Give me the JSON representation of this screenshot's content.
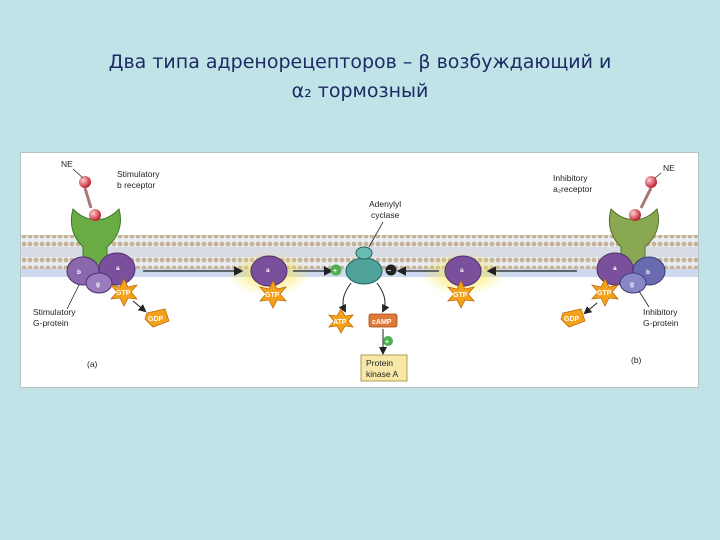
{
  "title": {
    "line1": "Два типа адренорецепторов – β возбуждающий и",
    "line2": "α₂ тормозный"
  },
  "figure": {
    "left": {
      "ligand": "NE",
      "receptor_label_1": "Stimulatory",
      "receptor_label_2": "b receptor",
      "gprotein_label_1": "Stimulatory",
      "gprotein_label_2": "G-protein",
      "panel": "(a)",
      "subunit_a": "a",
      "subunit_b": "b",
      "subunit_g": "g"
    },
    "right": {
      "ligand": "NE",
      "receptor_label_1": "Inhibitory",
      "receptor_label_2": "a₂receptor",
      "gprotein_label_1": "Inhibitory",
      "gprotein_label_2": "G-protein",
      "panel": "(b)",
      "subunit_a": "a",
      "subunit_b": "b",
      "subunit_g": "g"
    },
    "adenylyl_label_1": "Adenylyl",
    "adenylyl_label_2": "cyclase",
    "gtp": "GTP",
    "gdp": "GDP",
    "atp": "ATP",
    "camp": "cAMP",
    "pka_1": "Protein",
    "pka_2": "kinase A",
    "plus": "+",
    "minus": "−",
    "colors": {
      "background": "#bfe3e7",
      "title_text": "#1e2a64",
      "membrane": "#c9bba0",
      "receptor_green": "#6aab44",
      "gprotein_purple": "#7a4f9c",
      "adenylyl_teal": "#4fa29a",
      "gtp_star": "#f4a21a",
      "glow": "#f7e25a",
      "pka_box": "#f7e8a8"
    }
  }
}
